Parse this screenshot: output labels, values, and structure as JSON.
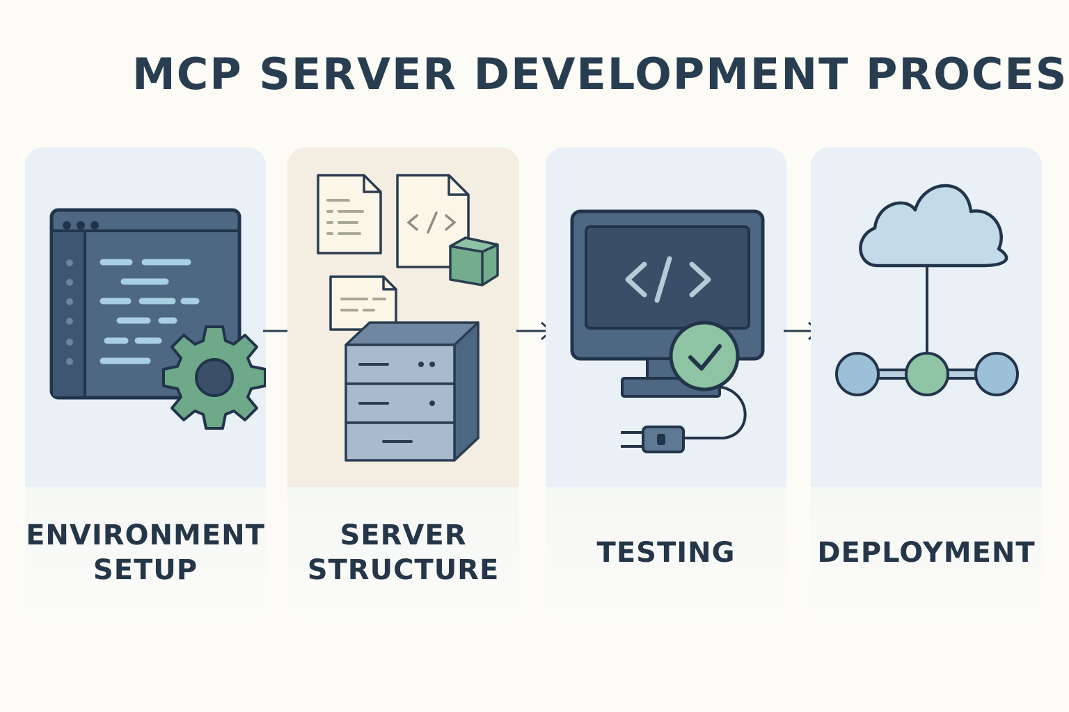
{
  "title": "MCP SERVER DEVELOPMENT PROCESS",
  "colors": {
    "background": "#fcfbf6",
    "panel_blue": "#e9f0f6",
    "panel_beige": "#f3ede2",
    "navy": "#2a3d50",
    "slate": "#4d6782",
    "green": "#6ea98a",
    "light_blue": "#9cc0d8"
  },
  "steps": [
    {
      "label": "ENVIRONMENT\nSETUP",
      "icon": "code-editor-gear-icon"
    },
    {
      "label": "SERVER\nSTRUCTURE",
      "icon": "files-server-stack-icon"
    },
    {
      "label": "TESTING",
      "icon": "monitor-checkmark-icon"
    },
    {
      "label": "DEPLOYMENT",
      "icon": "cloud-network-icon"
    }
  ]
}
